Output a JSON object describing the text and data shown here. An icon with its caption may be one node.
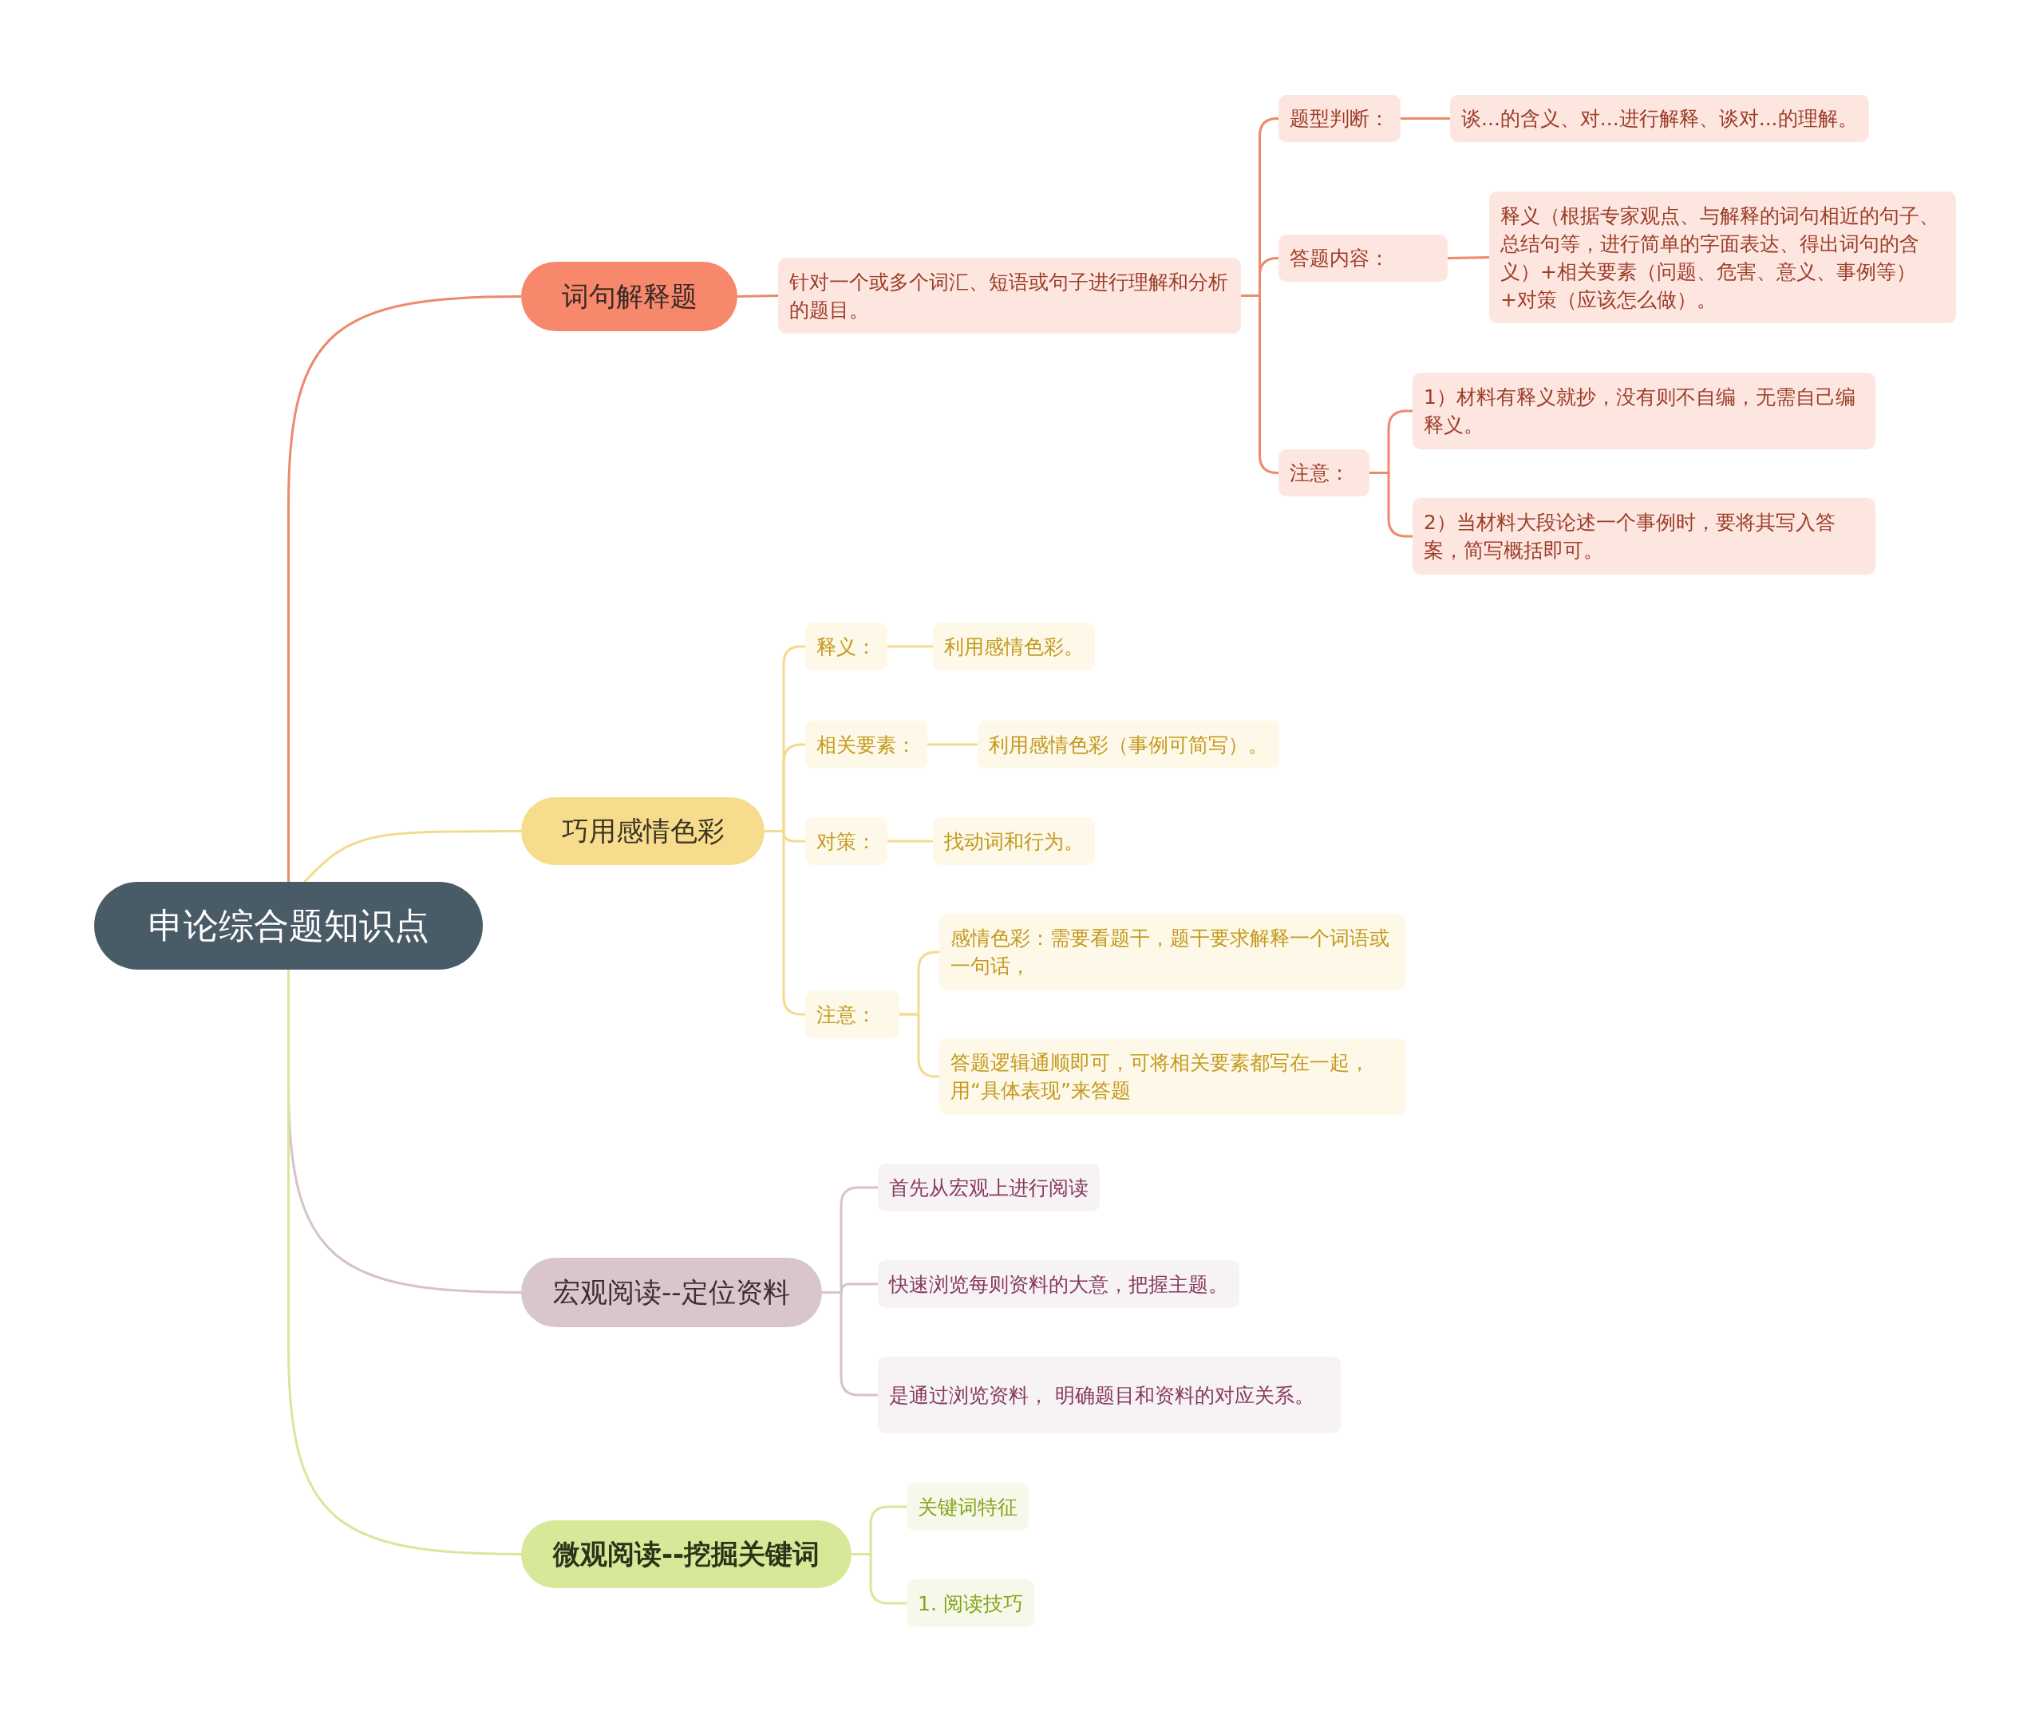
{
  "diagram": {
    "nodes": [
      {
        "text": [
          "申论综合题知识点"
        ]
      },
      {
        "text": [
          "词句解释题"
        ]
      },
      {
        "text": [
          "针对一个或多个词汇、短语或句子进行理解和分析的题目。"
        ]
      },
      {
        "text": [
          "题型判断："
        ]
      },
      {
        "text": [
          "谈...的含义、对...进行解释、谈对...的理解。"
        ]
      },
      {
        "text": [
          "答题内容："
        ]
      },
      {
        "text": [
          "释义（根据专家观点、与解释的词句相近的句子、总结句等，进行简单的字面表达、得出词句的含义）+相关要素（问题、危害、意义、事例等）+对策（应该怎么做）。"
        ]
      },
      {
        "text": [
          "注意："
        ]
      },
      {
        "text": [
          "1）材料有释义就抄，没有则不自编，无需自己编释义。"
        ]
      },
      {
        "text": [
          "2）当材料大段论述一个事例时，要将其写入答案，简写概括即可。"
        ]
      },
      {
        "text": [
          "巧用感情色彩"
        ]
      },
      {
        "text": [
          "释义："
        ]
      },
      {
        "text": [
          "利用感情色彩。"
        ]
      },
      {
        "text": [
          "相关要素："
        ]
      },
      {
        "text": [
          "利用感情色彩（事例可简写）。"
        ]
      },
      {
        "text": [
          "对策："
        ]
      },
      {
        "text": [
          "找动词和行为。"
        ]
      },
      {
        "text": [
          "注意："
        ]
      },
      {
        "text": [
          "感情色彩：需要看题干，题干要求解释一个词语或一句话，"
        ]
      },
      {
        "text": [
          "答题逻辑通顺即可，可将相关要素都写在一起，用“具体表现”来答题"
        ]
      },
      {
        "text": [
          "宏观阅读--定位资料"
        ]
      },
      {
        "text": [
          "首先从宏观上进行阅读"
        ]
      },
      {
        "text": [
          "快速浏览每则资料的大意，把握主题。"
        ]
      },
      {
        "text": [
          "是通过浏览资料， 明确题目和资料的对应关系。"
        ]
      },
      {
        "text": [
          "微观阅读--挖掘关键词"
        ]
      },
      {
        "text": [
          "关键词特征"
        ]
      },
      {
        "text": [
          "1. 阅读技巧"
        ]
      }
    ],
    "edges": [
      {
        "from": 0,
        "to": 1,
        "arrow": "none",
        "color": "#ec8a6c"
      },
      {
        "from": 1,
        "to": 2,
        "arrow": "none",
        "color": "#ec8a6c"
      },
      {
        "from": 2,
        "to": 3,
        "arrow": "none",
        "color": "#ec8a6c"
      },
      {
        "from": 3,
        "to": 4,
        "arrow": "none",
        "color": "#ec8a6c"
      },
      {
        "from": 2,
        "to": 5,
        "arrow": "none",
        "color": "#ec8a6c"
      },
      {
        "from": 5,
        "to": 6,
        "arrow": "none",
        "color": "#ec8a6c"
      },
      {
        "from": 2,
        "to": 7,
        "arrow": "none",
        "color": "#ec8a6c"
      },
      {
        "from": 7,
        "to": 8,
        "arrow": "none",
        "color": "#ec8a6c"
      },
      {
        "from": 7,
        "to": 9,
        "arrow": "none",
        "color": "#ec8a6c"
      },
      {
        "from": 0,
        "to": 10,
        "arrow": "none",
        "color": "#f3db8e"
      },
      {
        "from": 10,
        "to": 11,
        "arrow": "none",
        "color": "#f3db8e"
      },
      {
        "from": 11,
        "to": 12,
        "arrow": "none",
        "color": "#f3db8e"
      },
      {
        "from": 10,
        "to": 13,
        "arrow": "none",
        "color": "#f3db8e"
      },
      {
        "from": 13,
        "to": 14,
        "arrow": "none",
        "color": "#f3db8e"
      },
      {
        "from": 10,
        "to": 15,
        "arrow": "none",
        "color": "#f3db8e"
      },
      {
        "from": 15,
        "to": 16,
        "arrow": "none",
        "color": "#f3db8e"
      },
      {
        "from": 10,
        "to": 17,
        "arrow": "none",
        "color": "#f3db8e"
      },
      {
        "from": 17,
        "to": 18,
        "arrow": "none",
        "color": "#f3db8e"
      },
      {
        "from": 17,
        "to": 19,
        "arrow": "none",
        "color": "#f3db8e"
      },
      {
        "from": 0,
        "to": 20,
        "arrow": "none",
        "color": "#d6c2cb"
      },
      {
        "from": 20,
        "to": 21,
        "arrow": "none",
        "color": "#d6c2cb"
      },
      {
        "from": 20,
        "to": 22,
        "arrow": "none",
        "color": "#d6c2cb"
      },
      {
        "from": 20,
        "to": 23,
        "arrow": "none",
        "color": "#d6c2cb"
      },
      {
        "from": 0,
        "to": 24,
        "arrow": "none",
        "color": "#d9e79c"
      },
      {
        "from": 24,
        "to": 25,
        "arrow": "none",
        "color": "#d9e79c"
      },
      {
        "from": 24,
        "to": 26,
        "arrow": "none",
        "color": "#d9e79c"
      }
    ]
  }
}
